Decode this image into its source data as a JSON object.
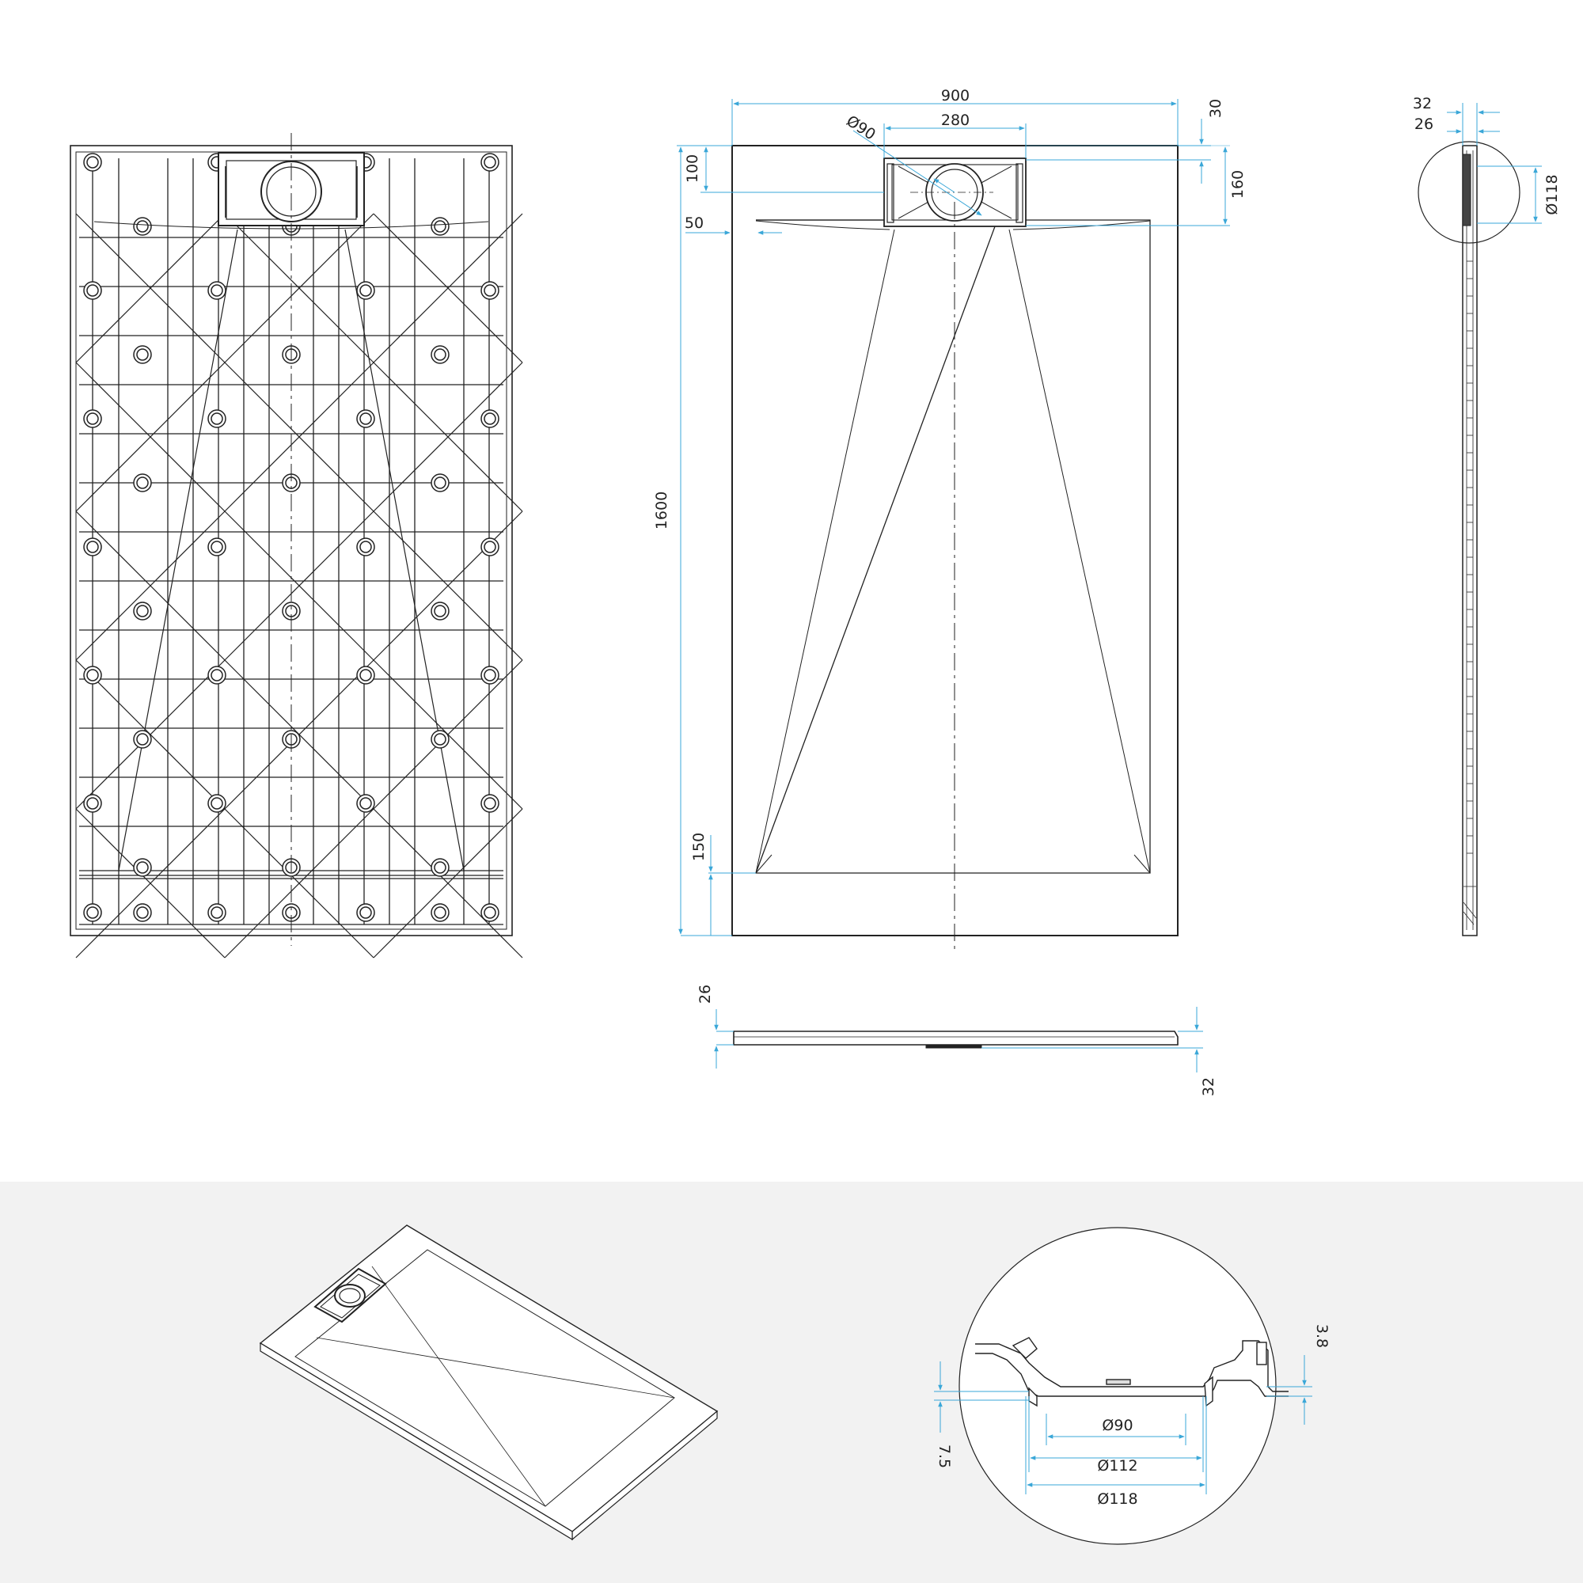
{
  "colors": {
    "line": "#222222",
    "dimension": "#3aa7d8",
    "lower_panel": "#f2f2f2",
    "background": "#ffffff"
  },
  "dimensions": {
    "width": "900",
    "drain_width": "280",
    "drain_diameter": "Ø90",
    "top_offset": "30",
    "drain_offset": "100",
    "drain_depth": "160",
    "side_border": "50",
    "length": "1600",
    "bottom_border": "150",
    "edge_thickness": "26",
    "total_thickness": "32"
  },
  "side_view": {
    "thickness_total": "32",
    "thickness_edge": "26",
    "detail_diameter": "Ø118"
  },
  "detail": {
    "top_step": "3.8",
    "drop": "7.5",
    "inner_diameter": "Ø90",
    "middle_diameter": "Ø112",
    "outer_diameter": "Ø118"
  }
}
